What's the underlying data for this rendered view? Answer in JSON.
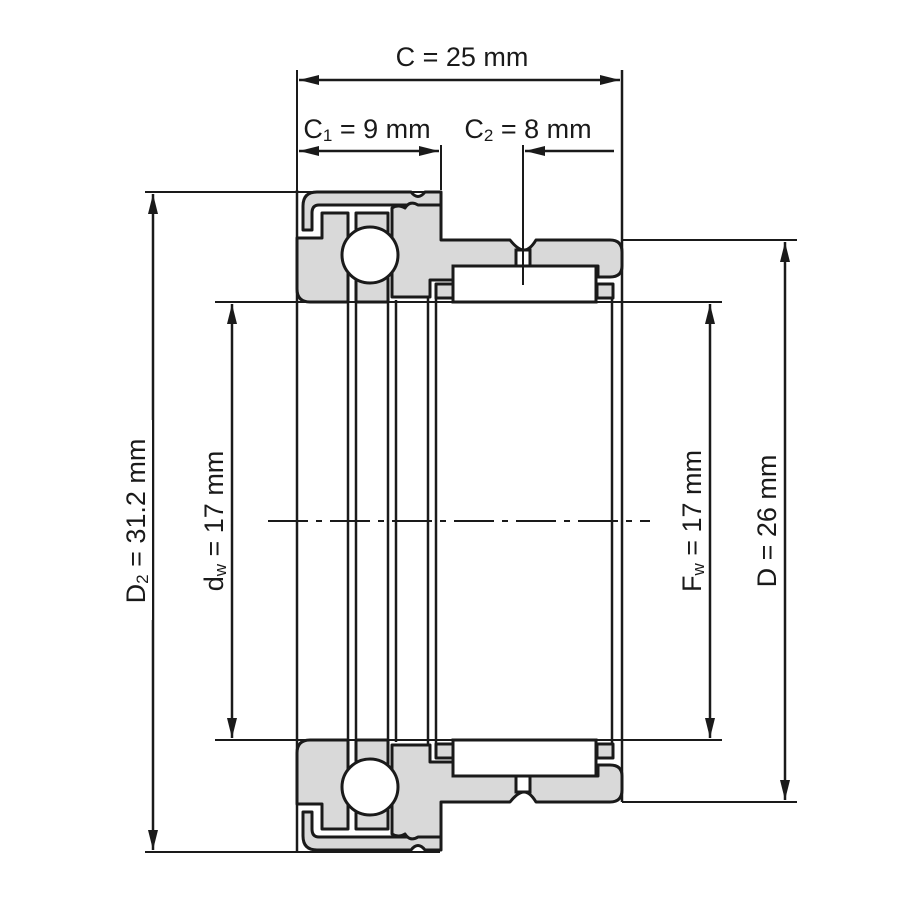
{
  "dimensions": {
    "C": {
      "symbol": "C",
      "text": " = 25 mm"
    },
    "C1": {
      "symbol": "C",
      "sub": "1",
      "text": " = 9 mm"
    },
    "C2": {
      "symbol": "C",
      "sub": "2",
      "text": " = 8 mm"
    },
    "D2": {
      "symbol": "D",
      "sub": "2",
      "text": " = 31.2 mm"
    },
    "dw": {
      "symbol": "d",
      "sub": "w",
      "text": " = 17 mm"
    },
    "Fw": {
      "symbol": "F",
      "sub": "w",
      "text": " = 17 mm"
    },
    "D": {
      "symbol": "D",
      "text": " = 26 mm"
    }
  },
  "colors": {
    "section_fill": "#d9d9d9",
    "line": "#1a1a1a"
  }
}
